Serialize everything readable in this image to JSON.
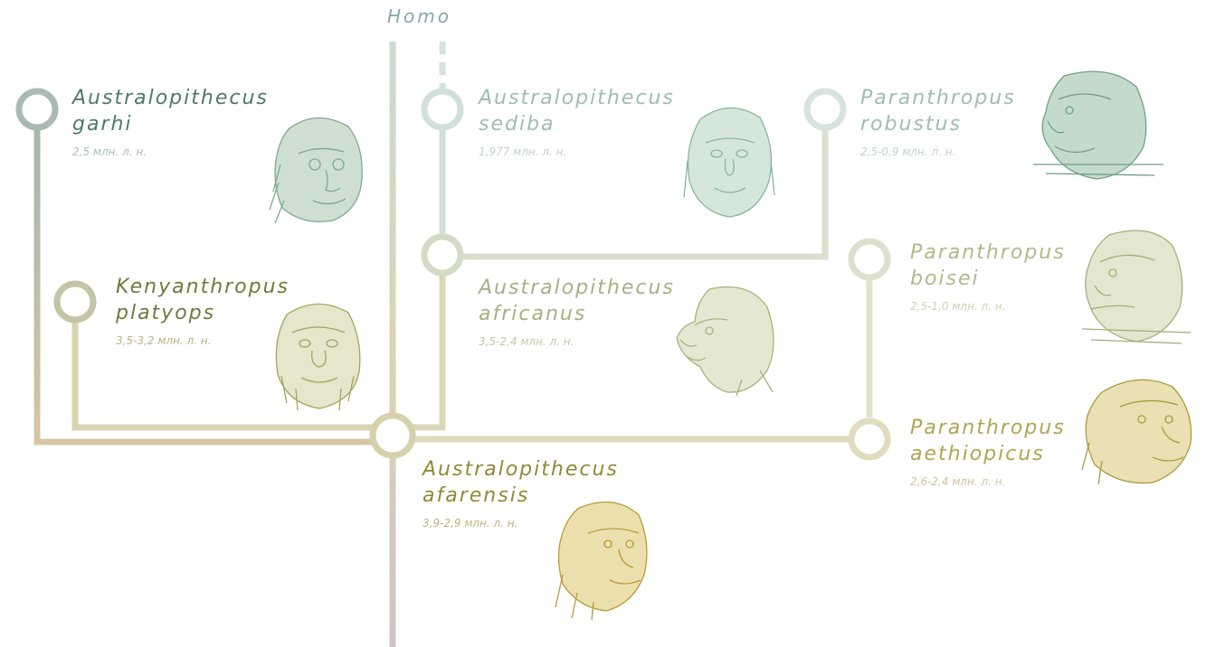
{
  "genus_label": "Homo",
  "colors": {
    "teal_dark": "#4d7a68",
    "teal_light": "#8fb5ab",
    "olive": "#8f8a36",
    "olive_light": "#b3ad68",
    "ochre": "#9c8422",
    "line_top": "#c6d9d3",
    "line_bottom": "#d3cca0"
  },
  "species": [
    {
      "id": "garhi",
      "genus": "Australopithecus",
      "species": "garhi",
      "date": "2,5 млн. л. н.",
      "icon": "australopithecus-garhi-portrait"
    },
    {
      "id": "platyops",
      "genus": "Kenyanthropus",
      "species": "platyops",
      "date": "3,5-3,2 млн. л. н.",
      "icon": "kenyanthropus-platyops-portrait"
    },
    {
      "id": "sediba",
      "genus": "Australopithecus",
      "species": "sediba",
      "date": "1,977 млн. л. н.",
      "icon": "australopithecus-sediba-portrait"
    },
    {
      "id": "africanus",
      "genus": "Australopithecus",
      "species": "africanus",
      "date": "3,5-2,4 млн. л. н.",
      "icon": "australopithecus-africanus-portrait"
    },
    {
      "id": "afarensis",
      "genus": "Australopithecus",
      "species": "afarensis",
      "date": "3,9-2,9 млн. л. н.",
      "icon": "australopithecus-afarensis-portrait"
    },
    {
      "id": "robustus",
      "genus": "Paranthropus",
      "species": "robustus",
      "date": "2,5-0,9 млн. л. н.",
      "icon": "paranthropus-robustus-portrait"
    },
    {
      "id": "boisei",
      "genus": "Paranthropus",
      "species": "boisei",
      "date": "2,5-1,0 млн. л. н.",
      "icon": "paranthropus-boisei-portrait"
    },
    {
      "id": "aethiopicus",
      "genus": "Paranthropus",
      "species": "aethiopicus",
      "date": "2,6-2,4 млн. л. н.",
      "icon": "paranthropus-aethiopicus-portrait"
    }
  ]
}
